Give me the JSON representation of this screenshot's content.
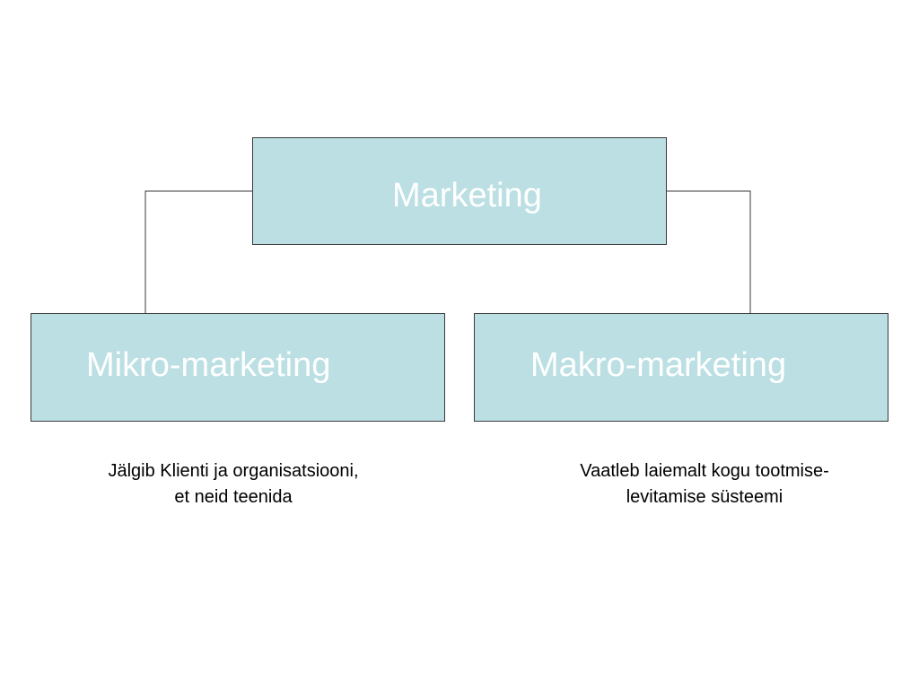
{
  "colors": {
    "box_fill": "#bbdfe3",
    "box_border": "#3a3a3a",
    "box_text": "#ffffff",
    "connector": "#3a3a3a",
    "caption_text": "#000000"
  },
  "diagram": {
    "root": {
      "label": "Marketing"
    },
    "children": [
      {
        "label": "Mikro-marketing",
        "description_lines": [
          "Jälgib Klienti ja organisatsiooni,",
          "et neid teenida"
        ]
      },
      {
        "label": "Makro-marketing",
        "description_lines": [
          "Vaatleb laiemalt kogu tootmise-",
          "levitamise süsteemi"
        ]
      }
    ]
  }
}
